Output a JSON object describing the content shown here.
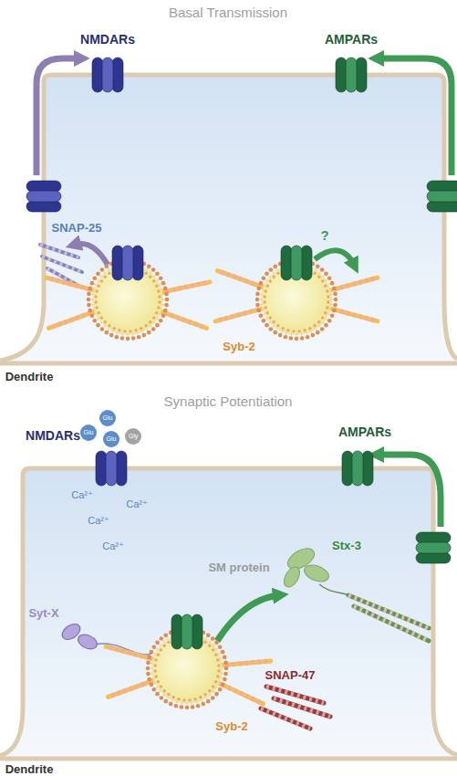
{
  "diagram": {
    "labels": [
      "Basal Transmission",
      "NMDARs",
      "AMPARs",
      "SNAP-25",
      "?",
      "Syb-2",
      "Dendrite",
      "Synaptic Potentiation",
      "NMDARs",
      "AMPARs",
      "Glu",
      "Glu",
      "Glu",
      "Gly",
      "Ca²⁺",
      "Ca²⁺",
      "Ca²⁺",
      "Ca²⁺",
      "SM protein",
      "Stx-3",
      "Syt-X",
      "SNAP-47",
      "Syb-2",
      "Dendrite"
    ]
  }
}
